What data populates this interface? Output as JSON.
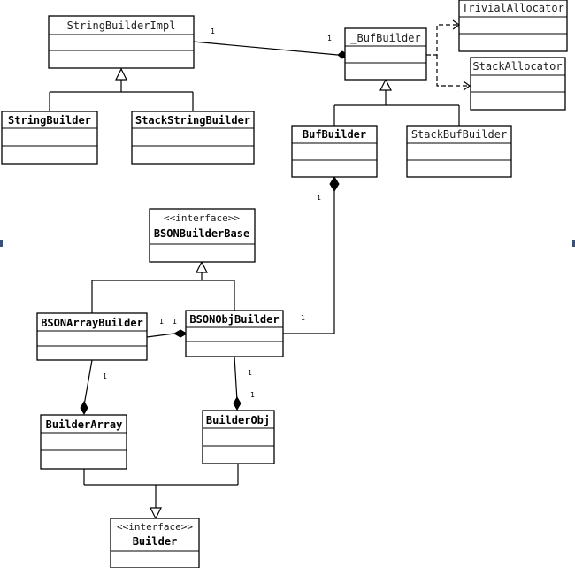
{
  "classes": {
    "string_builder_impl": {
      "name": "StringBuilderImpl"
    },
    "buf_builder_impl": {
      "name": "_BufBuilder"
    },
    "trivial_allocator": {
      "name": "TrivialAllocator"
    },
    "stack_allocator": {
      "name": "StackAllocator"
    },
    "string_builder": {
      "name": "StringBuilder"
    },
    "stack_string_builder": {
      "name": "StackStringBuilder"
    },
    "buf_builder": {
      "name": "BufBuilder"
    },
    "stack_buf_builder": {
      "name": "StackBufBuilder"
    },
    "bson_builder_base": {
      "stereotype": "<<interface>>",
      "name": "BSONBuilderBase"
    },
    "bson_array_builder": {
      "name": "BSONArrayBuilder"
    },
    "bson_obj_builder": {
      "name": "BSONObjBuilder"
    },
    "builder_array": {
      "name": "BuilderArray"
    },
    "builder_obj": {
      "name": "BuilderObj"
    },
    "builder": {
      "stereotype": "<<interface>>",
      "name": "Builder"
    }
  },
  "multiplicity": {
    "impl_to_bufbuilder_left": "1",
    "impl_to_bufbuilder_right": "1",
    "bufbuilder_to_objbuilder_top": "1",
    "bufbuilder_to_objbuilder_bottom": "1",
    "array_to_obj_left": "1",
    "array_to_obj_right": "1",
    "arraybuilder_to_builderarray": "1",
    "objbuilder_to_builderobj_top": "1",
    "objbuilder_to_builderobj_bottom": "1"
  }
}
